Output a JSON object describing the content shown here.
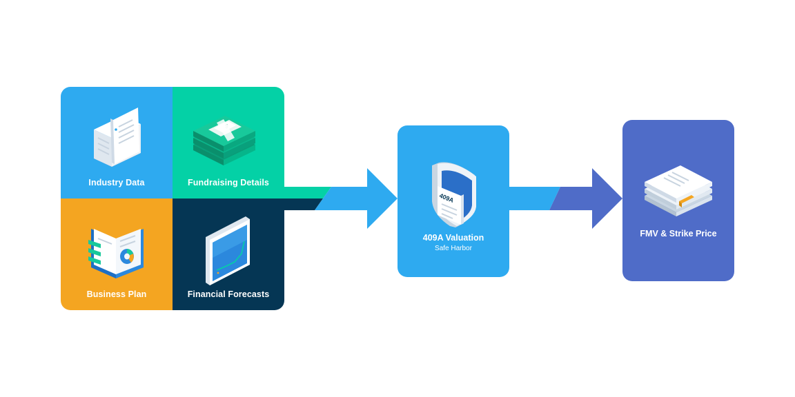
{
  "inputs": {
    "industry_data": "Industry Data",
    "fundraising_details": "Fundraising Details",
    "business_plan": "Business Plan",
    "financial_forecasts": "Financial Forecasts"
  },
  "valuation": {
    "title": "409A Valuation",
    "subtitle": "Safe Harbor",
    "badge": "409A"
  },
  "result": {
    "title": "FMV & Strike Price"
  },
  "colors": {
    "blue": "#2eaaf0",
    "teal": "#04d1a6",
    "orange": "#f4a521",
    "navy": "#053654",
    "indigo": "#4f6cc8"
  }
}
